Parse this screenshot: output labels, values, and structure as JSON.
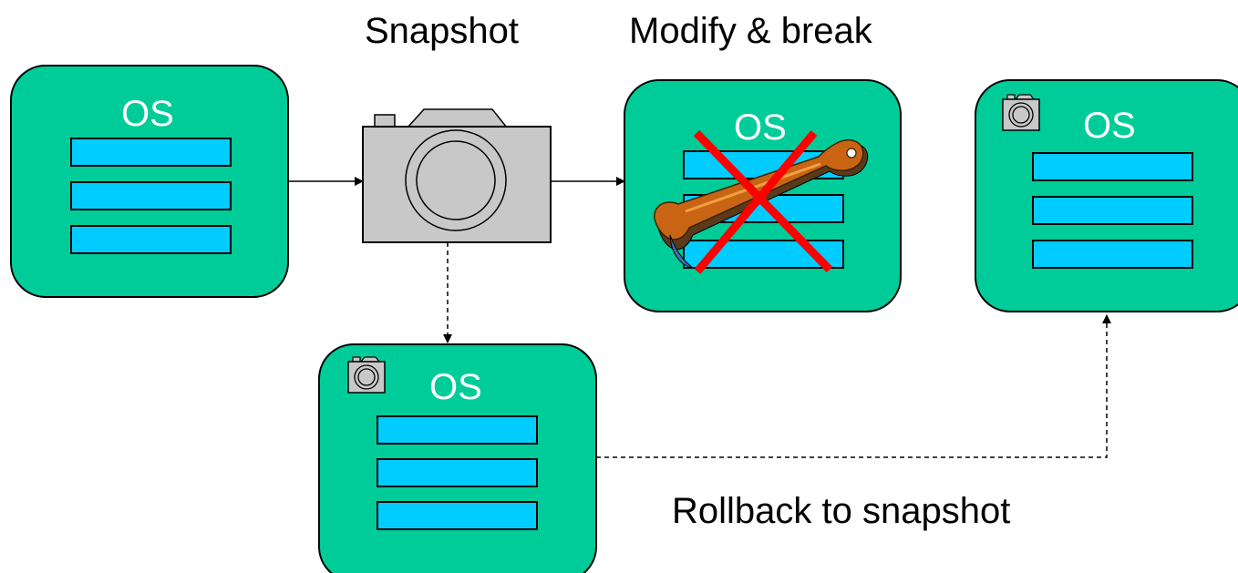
{
  "captions": {
    "snapshot": "Snapshot",
    "modify_break": "Modify & break",
    "rollback": "Rollback to snapshot"
  },
  "boxes": {
    "original_label": "OS",
    "modified_label": "OS",
    "snapshot_label": "OS",
    "restored_label": "OS"
  },
  "colors": {
    "box_fill": "#00CC99",
    "bar_fill": "#00CCFF",
    "camera_fill": "#C8C8C8",
    "cross": "#FF0000",
    "wrench": "#C86414"
  },
  "icons": {
    "camera": "camera-icon",
    "wrench": "wrench-icon",
    "cross": "cross-icon"
  }
}
